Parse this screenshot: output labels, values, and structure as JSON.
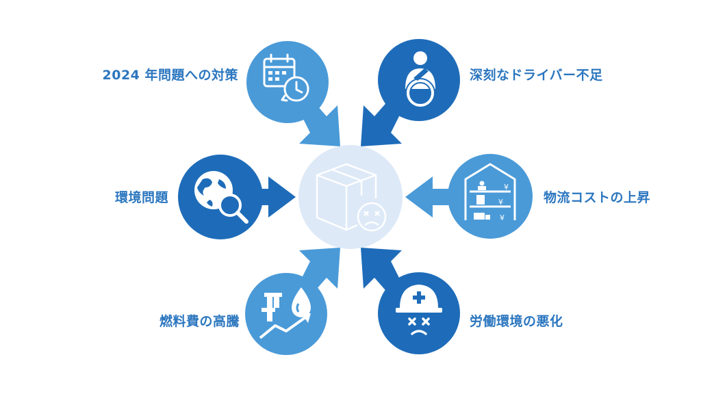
{
  "colors": {
    "text": "#2b76bf",
    "dark_blue": "#1e6cb9",
    "light_blue": "#4a9ad8",
    "center_fill": "#dde9f7",
    "center_icon": "#ffffff",
    "background": "#ffffff"
  },
  "center": {
    "icon": "broken-package-icon"
  },
  "causes": [
    {
      "key": "issue2024",
      "label": "2024 年問題への対策",
      "icon": "calendar-clock-icon",
      "tone": "light_blue"
    },
    {
      "key": "driver",
      "label": "深刻なドライバー不足",
      "icon": "driver-steering-wheel-icon",
      "tone": "dark_blue"
    },
    {
      "key": "env",
      "label": "環境問題",
      "icon": "globe-magnifier-icon",
      "tone": "dark_blue"
    },
    {
      "key": "cost",
      "label": "物流コストの上昇",
      "icon": "warehouse-yen-icon",
      "tone": "light_blue"
    },
    {
      "key": "fuel",
      "label": "燃料費の高騰",
      "icon": "fuel-rising-icon",
      "tone": "light_blue"
    },
    {
      "key": "labor",
      "label": "労働環境の悪化",
      "icon": "sad-helmet-icon",
      "tone": "dark_blue"
    }
  ]
}
